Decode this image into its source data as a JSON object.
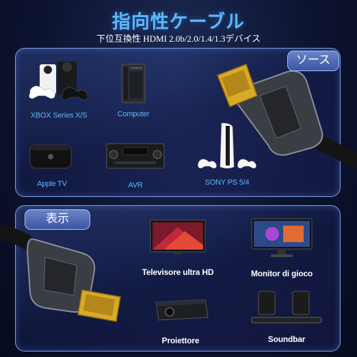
{
  "header": {
    "title": "指向性ケーブル",
    "subtitle": "下位互換性 HDMI 2.0b/2.0/1.4/1.3デバイス"
  },
  "source_panel": {
    "badge": "ソース",
    "items": [
      {
        "label": "XBOX Series X/S",
        "icon": "game-console-icon"
      },
      {
        "label": "Computer",
        "icon": "desktop-tower-icon"
      },
      {
        "label": "Apple TV",
        "icon": "streaming-box-icon"
      },
      {
        "label": "AVR",
        "icon": "av-receiver-icon"
      },
      {
        "label": "SONY PS 5/4",
        "icon": "playstation-console-icon"
      }
    ]
  },
  "display_panel": {
    "badge": "表示",
    "items": [
      {
        "label": "Televisore ultra HD",
        "icon": "tv-icon"
      },
      {
        "label": "Monitor di gioco",
        "icon": "gaming-monitor-icon"
      },
      {
        "label": "Proiettore",
        "icon": "projector-icon"
      },
      {
        "label": "Soundbar",
        "icon": "soundbar-icon"
      }
    ]
  },
  "colors": {
    "accent": "#5ab8ff",
    "connector_gold": "#d9a928",
    "panel_border": "#7ea0e0"
  }
}
